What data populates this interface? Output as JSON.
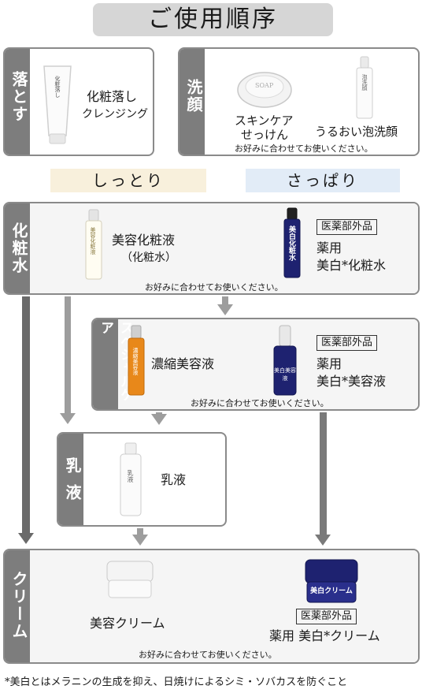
{
  "title": "ご使用順序",
  "row1": {
    "left": {
      "side_label": "落とす",
      "product_label": "化粧落し",
      "name_line1": "化粧落し",
      "name_line2": "クレンジング"
    },
    "right": {
      "side_label": "洗顔",
      "soap_label": "SOAP",
      "foam_label": "泡洗顔",
      "name1_line1": "スキンケア",
      "name1_line2": "せっけん",
      "name2": "うるおい泡洗顔",
      "note": "お好みに合わせてお使いください。"
    }
  },
  "types": {
    "moist": "しっとり",
    "fresh": "さっぱり"
  },
  "lotion": {
    "side_label": "化粧水",
    "bottle_label": "美容化粧液",
    "name_line1": "美容化粧液",
    "name_line2": "（化粧水）",
    "badge": "医薬部外品",
    "bottle2_label": "美白化粧水",
    "name2_line1": "薬用",
    "name2_line2": "美白*化粧水",
    "note": "お好みに合わせてお使いください。"
  },
  "special": {
    "side_label": "スペシャルケア",
    "bottle_label": "濃縮美容液",
    "name": "濃縮美容液",
    "badge": "医薬部外品",
    "bottle2_label": "美白美容液",
    "name2_line1": "薬用",
    "name2_line2": "美白*美容液",
    "note": "お好みに合わせてお使いください。"
  },
  "milk": {
    "side_label": "乳液",
    "bottle_label": "乳液",
    "name": "乳液"
  },
  "cream": {
    "side_label": "クリーム",
    "name": "美容クリーム",
    "badge": "医薬部外品",
    "jar_label": "美白クリーム",
    "name2": "薬用 美白*クリーム",
    "note": "お好みに合わせてお使いください。"
  },
  "footnote": "*美白とはメラニンの生成を抑え、日焼けによるシミ・ソバカスを防ぐこと",
  "colors": {
    "moist_bg": "#f8f0dc",
    "fresh_bg": "#e2ecf7",
    "side_bg": "#7d7d7d",
    "navy": "#1e2270",
    "orange": "#e8881a"
  }
}
